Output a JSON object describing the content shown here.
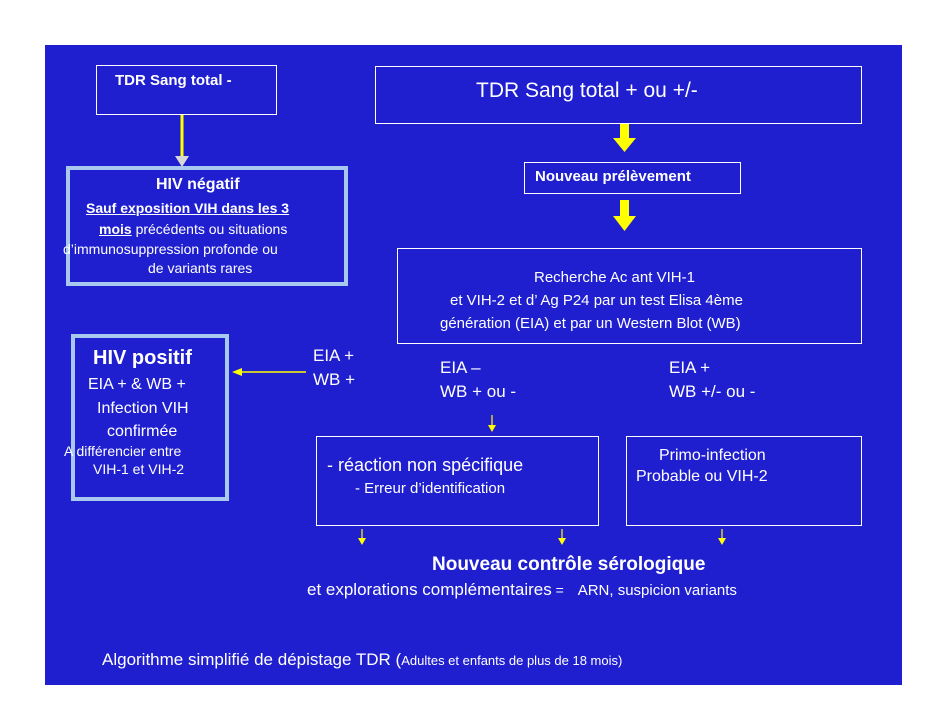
{
  "top_left_box": {
    "title": "TDR Sang total -"
  },
  "top_right_box": {
    "title": "TDR Sang total + ou +/-"
  },
  "nouveau_prelevement": "Nouveau prélèvement",
  "hiv_negatif": {
    "title": "HIV négatif",
    "line1": "Sauf exposition VIH dans les 3",
    "line2_under": "mois",
    "line2_rest": " précédents ou situations",
    "line3": "d’immunosuppression profonde ou",
    "line4": "de variants rares"
  },
  "recherche": {
    "line1": "Recherche Ac ant VIH-1",
    "line2": "et VIH-2 et d’ Ag P24 par un test Elisa 4ème",
    "line3": "génération  (EIA)  et par un Western Blot (WB)"
  },
  "hiv_positif": {
    "title": "HIV positif",
    "line1": "EIA +  & WB +",
    "line2": "Infection VIH",
    "line3": "confirmée",
    "line4": "A différencier entre",
    "line5": "VIH-1 et VIH-2"
  },
  "eia_plus_wb_plus": {
    "line1": "EIA +",
    "line2": "WB +"
  },
  "eia_minus": {
    "line1": "EIA –",
    "line2": "WB + ou -"
  },
  "eia_plus_wb_pm": {
    "line1": "EIA +",
    "line2": "WB +/- ou -"
  },
  "reaction": {
    "line1": "-  réaction non spécifique",
    "line2": "- Erreur d’identification"
  },
  "primo": {
    "line1": "Primo-infection",
    "line2": "Probable ou VIH-2"
  },
  "controle": {
    "title": "Nouveau contrôle sérologique",
    "line_a": "et  explorations complémentaires",
    "line_eq": " = ",
    "line_b": "ARN,  suspicion variants"
  },
  "footer": {
    "main": "Algorithme simplifié de dépistage TDR  (",
    "small": "Adultes et enfants de plus de 18 mois)"
  },
  "colors": {
    "background": "#1f1fd0",
    "accent_arrow": "#ffff00",
    "light_border": "#a9c8f0",
    "text": "#ffffff"
  }
}
